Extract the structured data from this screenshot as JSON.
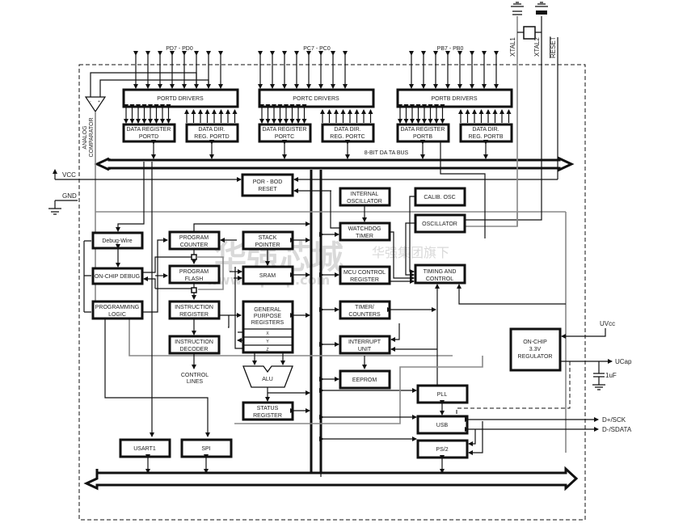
{
  "diagram": {
    "title": "Microcontroller Block Diagram",
    "port_labels": {
      "portd_pins": "PD7 - PD0",
      "portc_pins": "PC7 - PC0",
      "portb_pins": "PB7 - PB0"
    },
    "blocks": {
      "portd_drivers": "PORTD DRIVERS",
      "portc_drivers": "PORTC DRIVERS",
      "portb_drivers": "PORTB DRIVERS",
      "data_reg_portd": [
        "DATA REGISTER",
        "PORTD"
      ],
      "ddr_portd": [
        "DATA DIR.",
        "REG. PORTD"
      ],
      "data_reg_portc": [
        "DATA REGISTER",
        "PORTC"
      ],
      "ddr_portc": [
        "DATA DIR.",
        "REG. PORTC"
      ],
      "data_reg_portb": [
        "DATA REGISTER",
        "PORTB"
      ],
      "ddr_portb": [
        "DATA DIR.",
        "REG. PORTB"
      ],
      "por_bod": [
        "POR - BOD",
        "RESET"
      ],
      "internal_osc": [
        "INTERNAL",
        "OSCILLATOR"
      ],
      "calib_osc": "CALIB. OSC",
      "oscillator": "OSCILLATOR",
      "watchdog": [
        "WATCHDOG",
        "TIMER"
      ],
      "debug_wire": "Debug-Wire",
      "on_chip_debug": "ON-CHIP DEBUG",
      "programming_logic": [
        "PROGRAMMING",
        "LOGIC"
      ],
      "program_counter": [
        "PROGRAM",
        "COUNTER"
      ],
      "program_flash": [
        "PROGRAM",
        "FLASH"
      ],
      "instruction_register": [
        "INSTRUCTION",
        "REGISTER"
      ],
      "instruction_decoder": [
        "INSTRUCTION",
        "DECODER"
      ],
      "stack_pointer": [
        "STACK",
        "POINTER"
      ],
      "sram": "SRAM",
      "gpr": [
        "GENERAL",
        "PURPOSE",
        "REGISTERS"
      ],
      "gpr_rows": [
        "X",
        "Y",
        "Z"
      ],
      "alu": "ALU",
      "status_register": [
        "STATUS",
        "REGISTER"
      ],
      "mcu_control": [
        "MCU CONTROL",
        "REGISTER"
      ],
      "timing_control": [
        "TIMING AND",
        "CONTROL"
      ],
      "timer_counters": [
        "TIMER/",
        "COUNTERS"
      ],
      "interrupt_unit": [
        "INTERRUPT",
        "UNIT"
      ],
      "eeprom": "EEPROM",
      "pll": "PLL",
      "usb": "USB",
      "ps2": "PS/2",
      "usart1": "USART1",
      "spi": "SPI",
      "regulator": [
        "ON-CHIP",
        "3.3V",
        "REGULATOR"
      ]
    },
    "labels": {
      "bus": "8-BIT DA TA BUS",
      "analog_comparator": [
        "ANALOG",
        "COMPARATOR"
      ],
      "control_lines": [
        "CONTROL",
        "LINES"
      ],
      "vcc": "VCC",
      "gnd": "GND",
      "xtal1": "XTAL1",
      "xtal2": "XTAL2",
      "reset": "RESET",
      "uvcc": "UVcc",
      "ucap": "UCap",
      "cap_value": "1uF",
      "dplus": "D+/SCK",
      "dminus": "D-/SDATA"
    },
    "watermark": {
      "brand": "华强芯城",
      "tagline": "华强集团旗下",
      "url": "www.hqchip.com"
    }
  }
}
